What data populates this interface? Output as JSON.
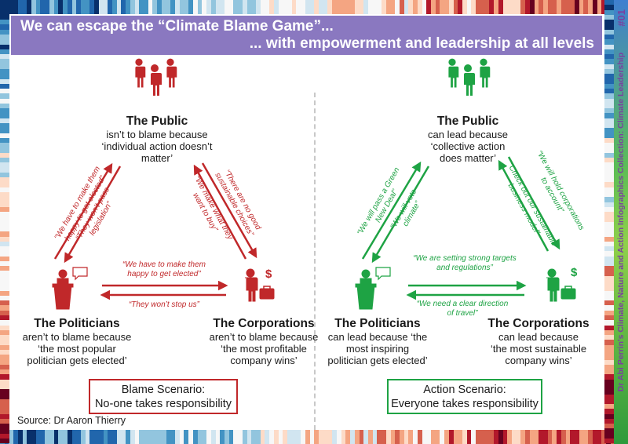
{
  "title_line1": "We can escape the “Climate Blame Game”...",
  "title_line2": "... with empowerment and leadership at all levels",
  "badge": "#01",
  "side_caption": "Dr Abi Perrin's Climate, Nature and Action Infographics Collection: Climate Leadership",
  "source": "Source: Dr Aaron Thierry",
  "colors": {
    "banner": "#8a78c0",
    "blame": "#c0282a",
    "action": "#1ea344",
    "caption": "#7a3fa0"
  },
  "icons": [
    "people-group-icon",
    "speaker-at-podium-icon",
    "speech-bubble-icon",
    "businessman-icon",
    "dollar-sign-icon",
    "briefcase-icon"
  ],
  "blame": {
    "public": {
      "title": "The Public",
      "l1": "isn’t to blame because",
      "l2": "‘individual action doesn’t",
      "l3": "matter’"
    },
    "politicians": {
      "title": "The Politicians",
      "l1": "aren’t to blame because",
      "l2": "‘the most popular",
      "l3": "politician gets elected’"
    },
    "corporations": {
      "title": "The Corporations",
      "l1": "aren’t to blame because",
      "l2": "‘the most profitable",
      "l3": "company wins’"
    },
    "quotes": {
      "pol_to_pub_1": "“We have to make them",
      "pol_to_pub_2": "happy to get elected”",
      "pub_to_pol_1": "“They won’t pass",
      "pub_to_pol_2": "legislation”",
      "pub_to_corp_1": "“There are no good",
      "pub_to_corp_2": "sustainable choices”",
      "corp_to_pub_1": "“We make what they",
      "corp_to_pub_2": "want to buy”",
      "pol_to_corp_1": "“We have to make them",
      "pol_to_corp_2": "happy to get elected”",
      "corp_to_pol": "“They won’t stop us”"
    },
    "box": {
      "l1": "Blame Scenario:",
      "l2": "No-one takes responsibility"
    }
  },
  "action": {
    "public": {
      "title": "The Public",
      "l1": "can lead because",
      "l2": "‘collective action",
      "l3": "does matter’"
    },
    "politicians": {
      "title": "The Politicians",
      "l1": "can lead because ‘the",
      "l2": "most inspiring",
      "l3": "politician gets elected’"
    },
    "corporations": {
      "title": "The Corporations",
      "l1": "can lead because",
      "l2": "‘the most sustainable",
      "l3": "company wins’"
    },
    "quotes": {
      "pol_to_pub_1": "“We will pass a Green",
      "pol_to_pub_2": "New Deal”",
      "pub_to_pol_1": "“We will vote",
      "pub_to_pol_2": "climate”",
      "pub_to_corp_1": "“We will hold corporations",
      "pub_to_corp_2": "to account”",
      "corp_to_pub_1": "“Check out our sustainable",
      "corp_to_pub_2": "business model”",
      "pol_to_corp_1": "“We are setting strong targets",
      "pol_to_corp_2": "and regulations”",
      "corp_to_pol_1": "“We need a clear direction",
      "corp_to_pol_2": "of travel”"
    },
    "box": {
      "l1": "Action Scenario:",
      "l2": "Everyone takes responsibility"
    }
  }
}
